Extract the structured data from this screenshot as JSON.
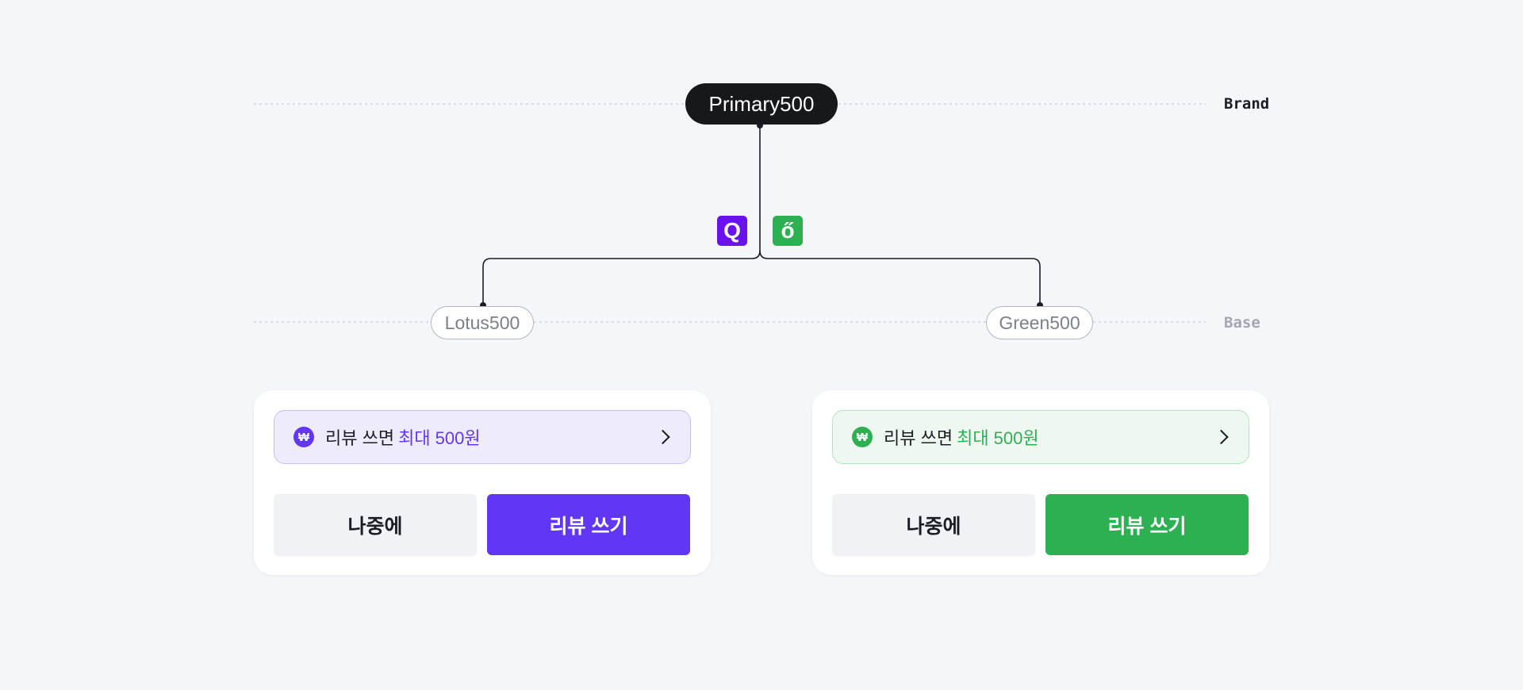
{
  "guides": {
    "brand_label": "Brand",
    "base_label": "Base"
  },
  "primary_node": {
    "label": "Primary500"
  },
  "base_nodes": [
    {
      "label": "Lotus500",
      "color": "#6236f5"
    },
    {
      "label": "Green500",
      "color": "#2db052"
    }
  ],
  "brand_icons": [
    {
      "name": "lotus-brand-icon",
      "glyph": "Q",
      "color": "#6a12ee"
    },
    {
      "name": "green-brand-icon",
      "glyph": "ő",
      "color": "#2db052"
    }
  ],
  "cards": [
    {
      "theme": "lotus",
      "accent": "#6236f5",
      "banner_bg": "#eeebfc",
      "banner_border": "#c8bdf5",
      "won_symbol": "₩",
      "banner_text": "리뷰 쓰면",
      "banner_highlight": "최대 500원",
      "later_label": "나중에",
      "review_label": "리뷰 쓰기"
    },
    {
      "theme": "green",
      "accent": "#2db052",
      "banner_bg": "#eef8f0",
      "banner_border": "#b5e3c2",
      "won_symbol": "₩",
      "banner_text": "리뷰 쓰면",
      "banner_highlight": "최대 500원",
      "later_label": "나중에",
      "review_label": "리뷰 쓰기"
    }
  ]
}
